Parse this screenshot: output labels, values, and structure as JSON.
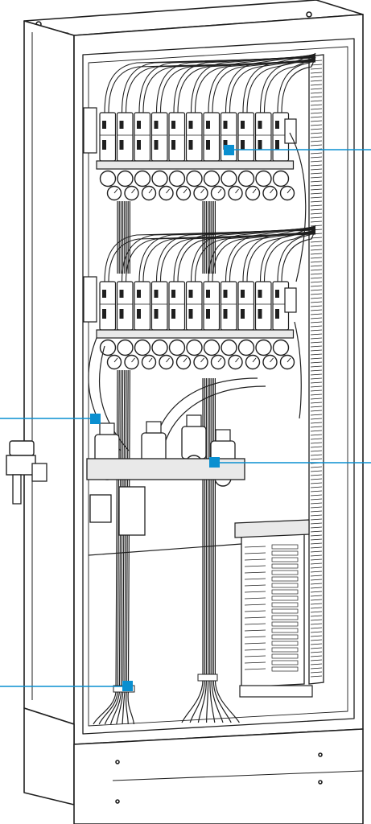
{
  "figure": {
    "colors": {
      "line": "#1f1f1f",
      "fill": "#ffffff",
      "shade": "#e9e9e9",
      "callout": "#0a8fd0",
      "marker": "#0a8fd0"
    },
    "callouts": [
      {
        "name": "callout-valve-manifold-upper"
      },
      {
        "name": "callout-pneumatic-tubing-left"
      },
      {
        "name": "callout-filter-regulator-unit"
      },
      {
        "name": "callout-cable-bundle-bottom"
      }
    ]
  }
}
